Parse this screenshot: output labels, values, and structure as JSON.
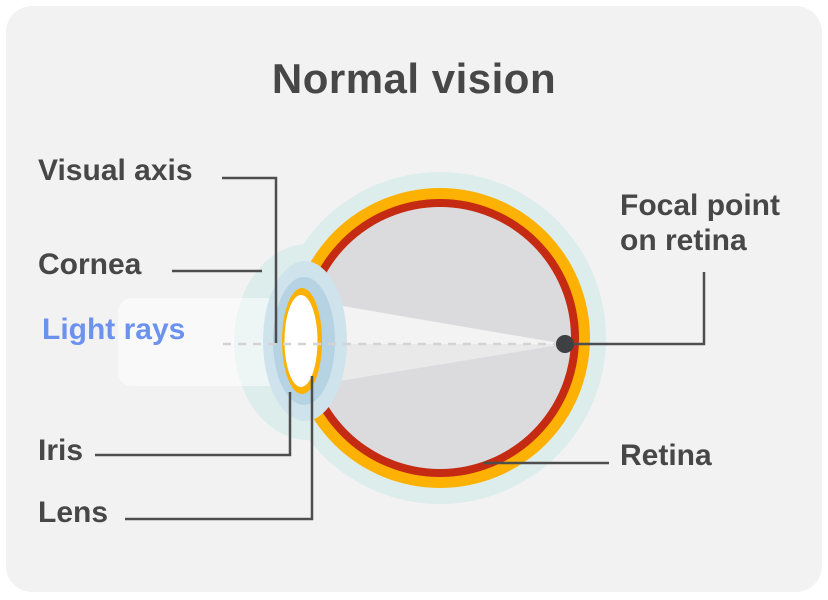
{
  "title": "Normal vision",
  "labels": {
    "visual_axis": "Visual axis",
    "cornea": "Cornea",
    "light_rays": "Light rays",
    "iris": "Iris",
    "lens": "Lens",
    "focal_point_line1": "Focal point",
    "focal_point_line2": "on retina",
    "retina": "Retina"
  },
  "colors": {
    "page_background": "#ffffff",
    "card_background": "#f3f2f2",
    "title_text": "#474747",
    "label_text": "#474747",
    "light_rays_label_text": "#6c92ef",
    "halo_mint": "#dcedeb",
    "sclera_orange": "#fcb103",
    "retina_red": "#c42b12",
    "vitreous_gray": "#dbdbdd",
    "cornea_blue_outer": "#cfe3ec",
    "cornea_blue_inner": "#b5d3e3",
    "lens_white": "#ffffff",
    "light_beam": "#ffffff",
    "leader_line": "#4e4e4e",
    "axis_dash": "#d3d3d3",
    "focal_dot": "#3e4143"
  }
}
